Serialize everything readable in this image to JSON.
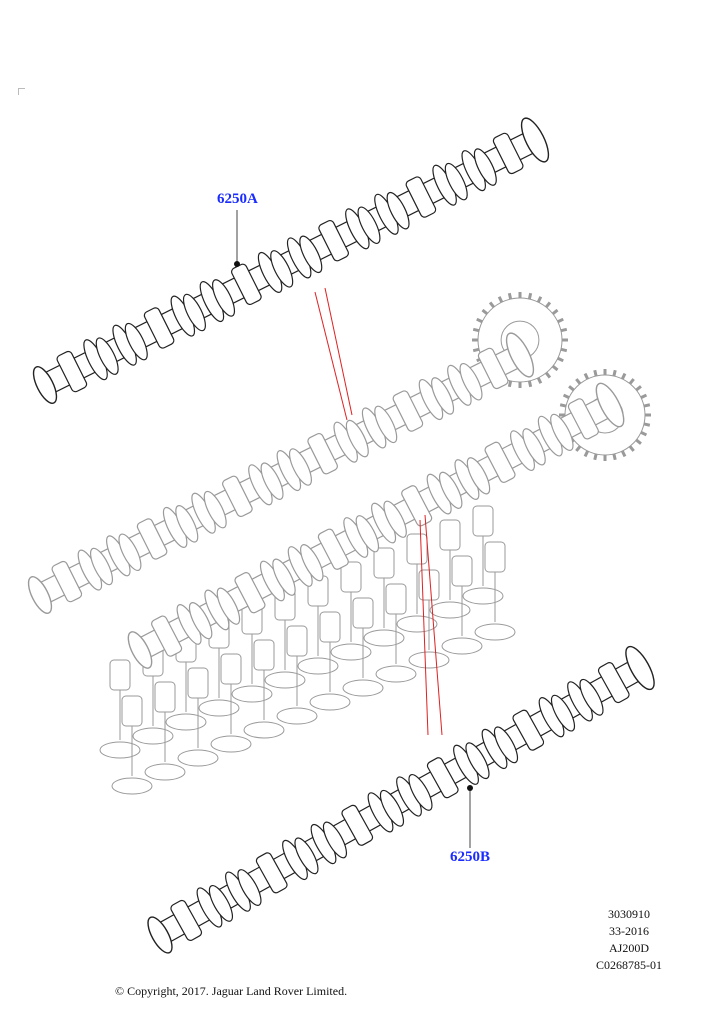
{
  "callouts": {
    "upper": "6250A",
    "lower": "6250B"
  },
  "reference": {
    "line1": "3030910",
    "line2": "33-2016",
    "line3": "AJ200D",
    "line4": "C0268785-01"
  },
  "copyright": "© Copyright, 2017. Jaguar Land Rover Limited.",
  "colors": {
    "callout": "#1a2cff",
    "leader": "#e02020",
    "line": "#222222",
    "ghost": "#9a9a9a"
  }
}
